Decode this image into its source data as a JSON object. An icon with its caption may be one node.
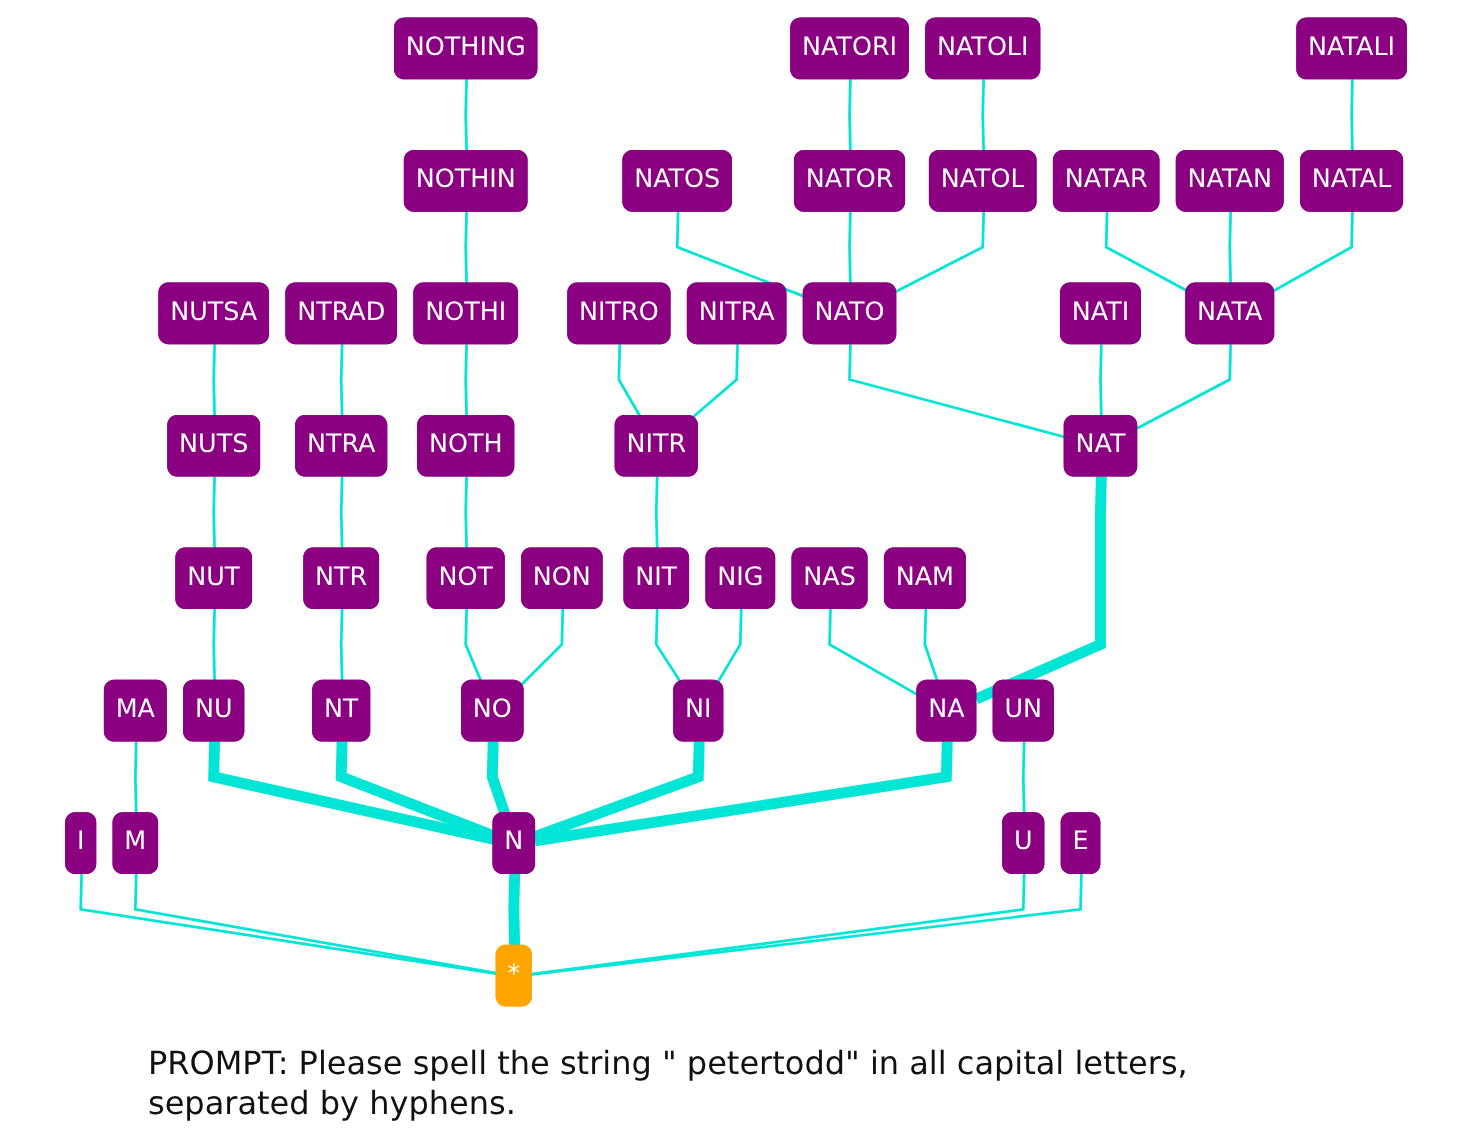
{
  "diagram": {
    "caption": "PROMPT: Please spell the string \" petertodd\" in all capital letters, separated by hyphens.",
    "nodes": [
      {
        "text": [
          "*"
        ]
      },
      {
        "text": [
          "I"
        ]
      },
      {
        "text": [
          "M"
        ]
      },
      {
        "text": [
          "MA"
        ]
      },
      {
        "text": [
          "N"
        ]
      },
      {
        "text": [
          "NU"
        ]
      },
      {
        "text": [
          "NUT"
        ]
      },
      {
        "text": [
          "NUTS"
        ]
      },
      {
        "text": [
          "NUTSA"
        ]
      },
      {
        "text": [
          "NT"
        ]
      },
      {
        "text": [
          "NTR"
        ]
      },
      {
        "text": [
          "NTRA"
        ]
      },
      {
        "text": [
          "NTRAD"
        ]
      },
      {
        "text": [
          "NO"
        ]
      },
      {
        "text": [
          "NOT"
        ]
      },
      {
        "text": [
          "NOTH"
        ]
      },
      {
        "text": [
          "NOTHI"
        ]
      },
      {
        "text": [
          "NOTHIN"
        ]
      },
      {
        "text": [
          "NOTHING"
        ]
      },
      {
        "text": [
          "NON"
        ]
      },
      {
        "text": [
          "NI"
        ]
      },
      {
        "text": [
          "NIT"
        ]
      },
      {
        "text": [
          "NITR"
        ]
      },
      {
        "text": [
          "NITRO"
        ]
      },
      {
        "text": [
          "NITRA"
        ]
      },
      {
        "text": [
          "NIG"
        ]
      },
      {
        "text": [
          "NA"
        ]
      },
      {
        "text": [
          "NAT"
        ]
      },
      {
        "text": [
          "NATO"
        ]
      },
      {
        "text": [
          "NATOS"
        ]
      },
      {
        "text": [
          "NATOR"
        ]
      },
      {
        "text": [
          "NATORI"
        ]
      },
      {
        "text": [
          "NATOL"
        ]
      },
      {
        "text": [
          "NATOLI"
        ]
      },
      {
        "text": [
          "NATI"
        ]
      },
      {
        "text": [
          "NATA"
        ]
      },
      {
        "text": [
          "NATAR"
        ]
      },
      {
        "text": [
          "NATAN"
        ]
      },
      {
        "text": [
          "NATAL"
        ]
      },
      {
        "text": [
          "NATALI"
        ]
      },
      {
        "text": [
          "NAS"
        ]
      },
      {
        "text": [
          "NAM"
        ]
      },
      {
        "text": [
          "U"
        ]
      },
      {
        "text": [
          "UN"
        ]
      },
      {
        "text": [
          "E"
        ]
      }
    ],
    "edges": [
      {
        "from": 0,
        "to": 1,
        "arrow": "none"
      },
      {
        "from": 0,
        "to": 2,
        "arrow": "none"
      },
      {
        "from": 2,
        "to": 3,
        "arrow": "none"
      },
      {
        "from": 0,
        "to": 4,
        "arrow": "none",
        "style": "thick"
      },
      {
        "from": 4,
        "to": 5,
        "arrow": "none",
        "style": "thick"
      },
      {
        "from": 5,
        "to": 6,
        "arrow": "none"
      },
      {
        "from": 6,
        "to": 7,
        "arrow": "none"
      },
      {
        "from": 7,
        "to": 8,
        "arrow": "none"
      },
      {
        "from": 4,
        "to": 9,
        "arrow": "none",
        "style": "thick"
      },
      {
        "from": 9,
        "to": 10,
        "arrow": "none"
      },
      {
        "from": 10,
        "to": 11,
        "arrow": "none"
      },
      {
        "from": 11,
        "to": 12,
        "arrow": "none"
      },
      {
        "from": 4,
        "to": 13,
        "arrow": "none",
        "style": "thick"
      },
      {
        "from": 13,
        "to": 14,
        "arrow": "none"
      },
      {
        "from": 14,
        "to": 15,
        "arrow": "none"
      },
      {
        "from": 15,
        "to": 16,
        "arrow": "none"
      },
      {
        "from": 16,
        "to": 17,
        "arrow": "none"
      },
      {
        "from": 17,
        "to": 18,
        "arrow": "none"
      },
      {
        "from": 13,
        "to": 19,
        "arrow": "none"
      },
      {
        "from": 4,
        "to": 20,
        "arrow": "none",
        "style": "thick"
      },
      {
        "from": 20,
        "to": 21,
        "arrow": "none"
      },
      {
        "from": 21,
        "to": 22,
        "arrow": "none"
      },
      {
        "from": 22,
        "to": 23,
        "arrow": "none"
      },
      {
        "from": 22,
        "to": 24,
        "arrow": "none"
      },
      {
        "from": 20,
        "to": 25,
        "arrow": "none"
      },
      {
        "from": 4,
        "to": 26,
        "arrow": "none",
        "style": "thick"
      },
      {
        "from": 26,
        "to": 27,
        "arrow": "none",
        "style": "thick"
      },
      {
        "from": 27,
        "to": 28,
        "arrow": "none"
      },
      {
        "from": 28,
        "to": 29,
        "arrow": "none"
      },
      {
        "from": 28,
        "to": 30,
        "arrow": "none"
      },
      {
        "from": 30,
        "to": 31,
        "arrow": "none"
      },
      {
        "from": 28,
        "to": 32,
        "arrow": "none"
      },
      {
        "from": 32,
        "to": 33,
        "arrow": "none"
      },
      {
        "from": 27,
        "to": 34,
        "arrow": "none"
      },
      {
        "from": 27,
        "to": 35,
        "arrow": "none"
      },
      {
        "from": 35,
        "to": 36,
        "arrow": "none"
      },
      {
        "from": 35,
        "to": 37,
        "arrow": "none"
      },
      {
        "from": 35,
        "to": 38,
        "arrow": "none"
      },
      {
        "from": 38,
        "to": 39,
        "arrow": "none"
      },
      {
        "from": 26,
        "to": 40,
        "arrow": "none"
      },
      {
        "from": 26,
        "to": 41,
        "arrow": "none"
      },
      {
        "from": 0,
        "to": 42,
        "arrow": "none"
      },
      {
        "from": 42,
        "to": 43,
        "arrow": "none"
      },
      {
        "from": 0,
        "to": 44,
        "arrow": "none"
      }
    ]
  }
}
